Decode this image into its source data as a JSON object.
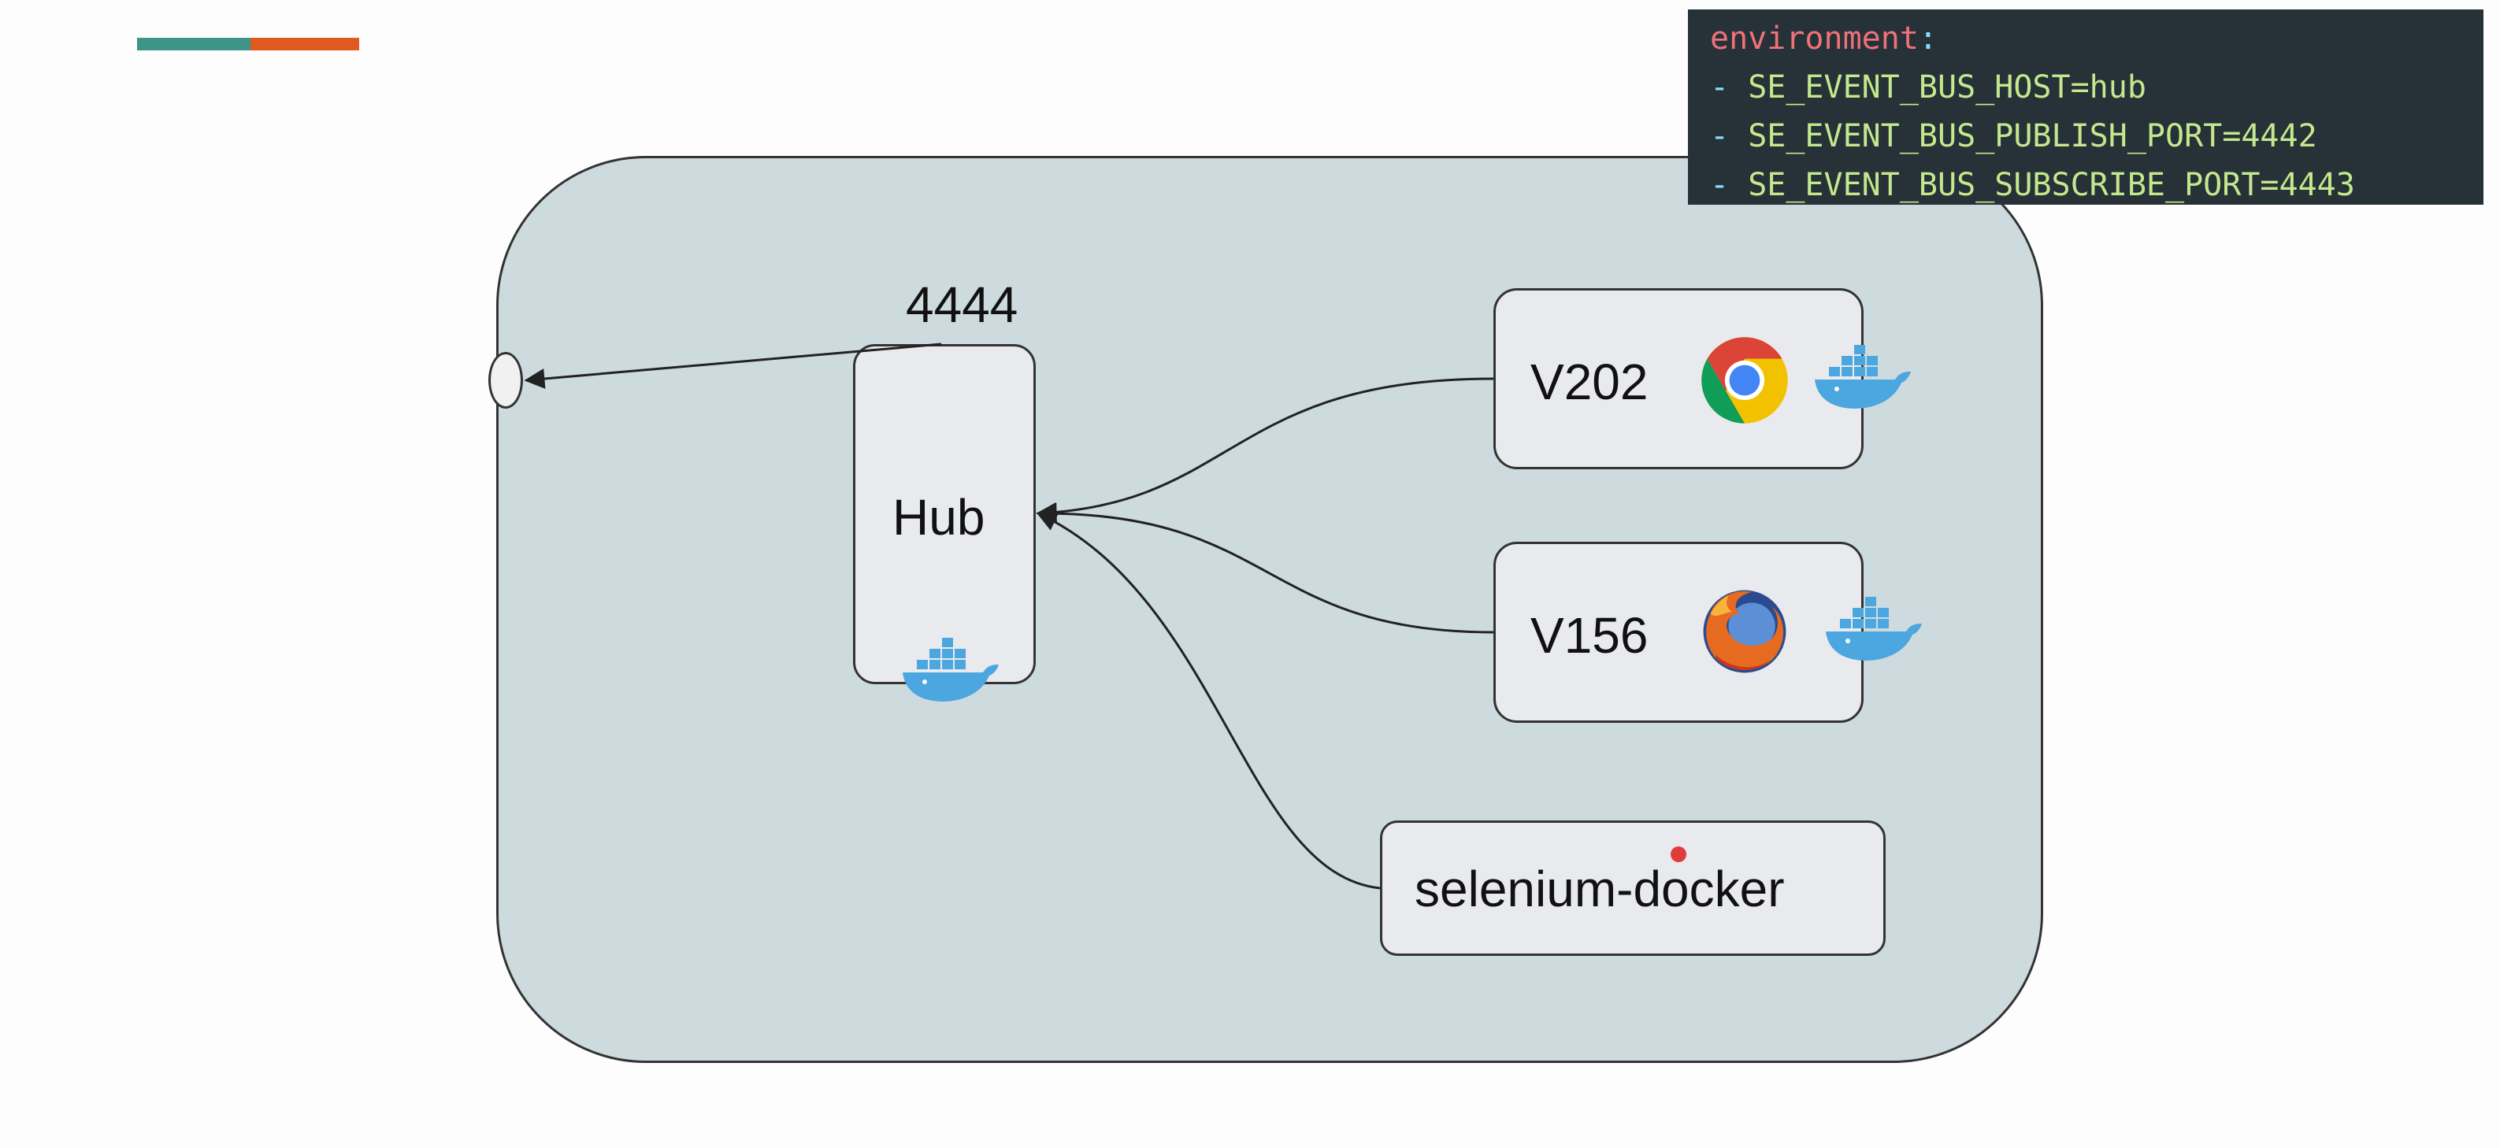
{
  "colors": {
    "accent_teal": "#3e9486",
    "accent_orange": "#e05a1f",
    "container_fill": "#cddbde",
    "node_fill": "#e8eaed",
    "stroke": "#333333",
    "code_bg": "#263238",
    "code_key": "#f07178",
    "code_text": "#c3e88d",
    "code_punct": "#89ddff",
    "docker_blue": "#4ca6df",
    "red_dot": "#e23b3b"
  },
  "diagram": {
    "port_label": "4444",
    "nodes": {
      "hub": {
        "label": "Hub"
      },
      "chrome": {
        "label": "V202"
      },
      "firefox": {
        "label": "V156"
      },
      "client": {
        "label": "selenium-docker"
      }
    },
    "icons": [
      "docker-icon",
      "chrome-icon",
      "firefox-icon"
    ]
  },
  "env_panel": {
    "key": "environment",
    "colon": ":",
    "dash": "-",
    "items": [
      "SE_EVENT_BUS_HOST=hub",
      "SE_EVENT_BUS_PUBLISH_PORT=4442",
      "SE_EVENT_BUS_SUBSCRIBE_PORT=4443"
    ]
  }
}
